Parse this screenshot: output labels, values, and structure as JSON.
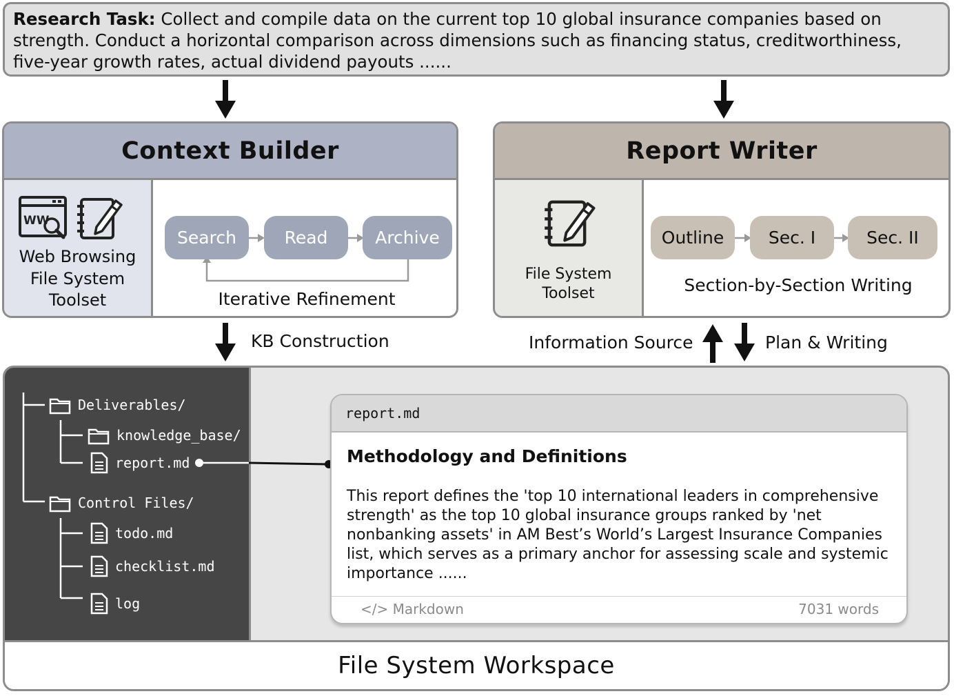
{
  "task": {
    "prefix": "Research Task:",
    "text": "Collect and compile data on the current top 10 global insurance companies based on strength. Conduct a horizontal comparison across dimensions such as financing status, creditworthiness, five-year growth rates, actual dividend payouts ......"
  },
  "context_builder": {
    "title": "Context Builder",
    "toolset": [
      "Web Browsing",
      "File System",
      "Toolset"
    ],
    "steps": [
      "Search",
      "Read",
      "Archive"
    ],
    "caption": "Iterative Refinement"
  },
  "report_writer": {
    "title": "Report Writer",
    "toolset": [
      "File System",
      "Toolset"
    ],
    "steps": [
      "Outline",
      "Sec. I",
      "Sec. II"
    ],
    "caption": "Section-by-Section Writing"
  },
  "flows": {
    "kb": "KB Construction",
    "info": "Information Source",
    "plan": "Plan & Writing"
  },
  "workspace": {
    "title": "File System Workspace",
    "tree": {
      "deliverables": "Deliverables/",
      "knowledge_base": "knowledge_base/",
      "report": "report.md",
      "control": "Control Files/",
      "todo": "todo.md",
      "checklist": "checklist.md",
      "log": "log"
    },
    "doc": {
      "filename": "report.md",
      "heading": "Methodology and Definitions",
      "body": "This report defines the 'top 10 international leaders in comprehensive strength' as the top 10 global insurance groups ranked by 'net nonbanking assets' in AM Best’s World’s Largest Insurance Companies list, which serves as a primary anchor for assessing scale and systemic importance ......",
      "format": "</> Markdown",
      "words": "7031 words"
    }
  },
  "icons": [
    "web-browser-icon",
    "file-edit-icon",
    "folder-icon",
    "file-icon"
  ]
}
